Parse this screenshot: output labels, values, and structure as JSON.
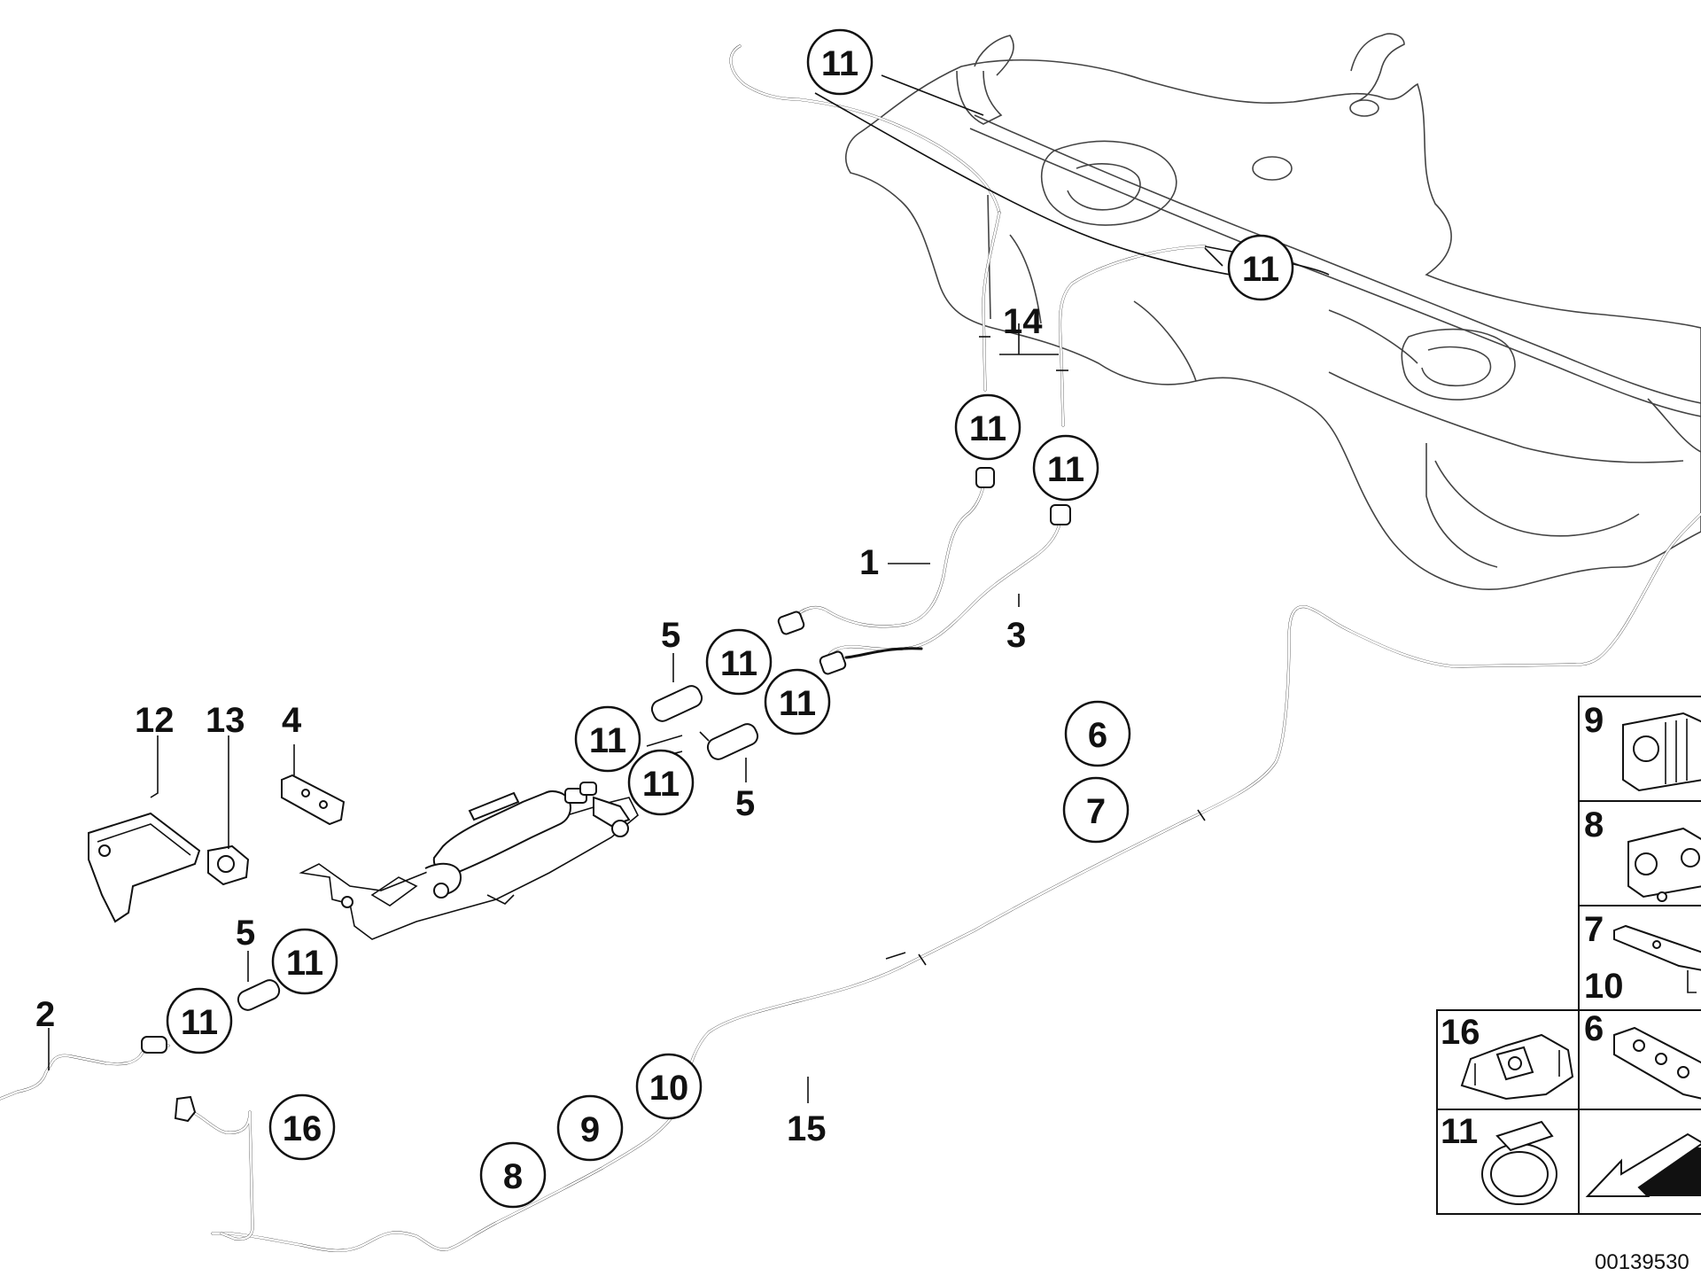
{
  "callouts": {
    "c11_top": "11",
    "c11_tank": "11",
    "c11_line1": "11",
    "c11_line3": "11",
    "c11_a": "11",
    "c11_b": "11",
    "c11_c": "11",
    "c11_d": "11",
    "c11_e": "11",
    "c11_f": "11",
    "c6": "6",
    "c7": "7",
    "c8": "8",
    "c9": "9",
    "c10": "10",
    "c16": "16"
  },
  "labels": {
    "l1": "1",
    "l2": "2",
    "l3": "3",
    "l4": "4",
    "l5_top": "5",
    "l5_mid": "5",
    "l5_low": "5",
    "l12": "12",
    "l13": "13",
    "l14": "14",
    "l15": "15"
  },
  "legend": {
    "p9": "9",
    "p8": "8",
    "p7": "7",
    "p10": "10",
    "p16": "16",
    "p6": "6",
    "p11": "11"
  },
  "diagram_id": "00139530"
}
